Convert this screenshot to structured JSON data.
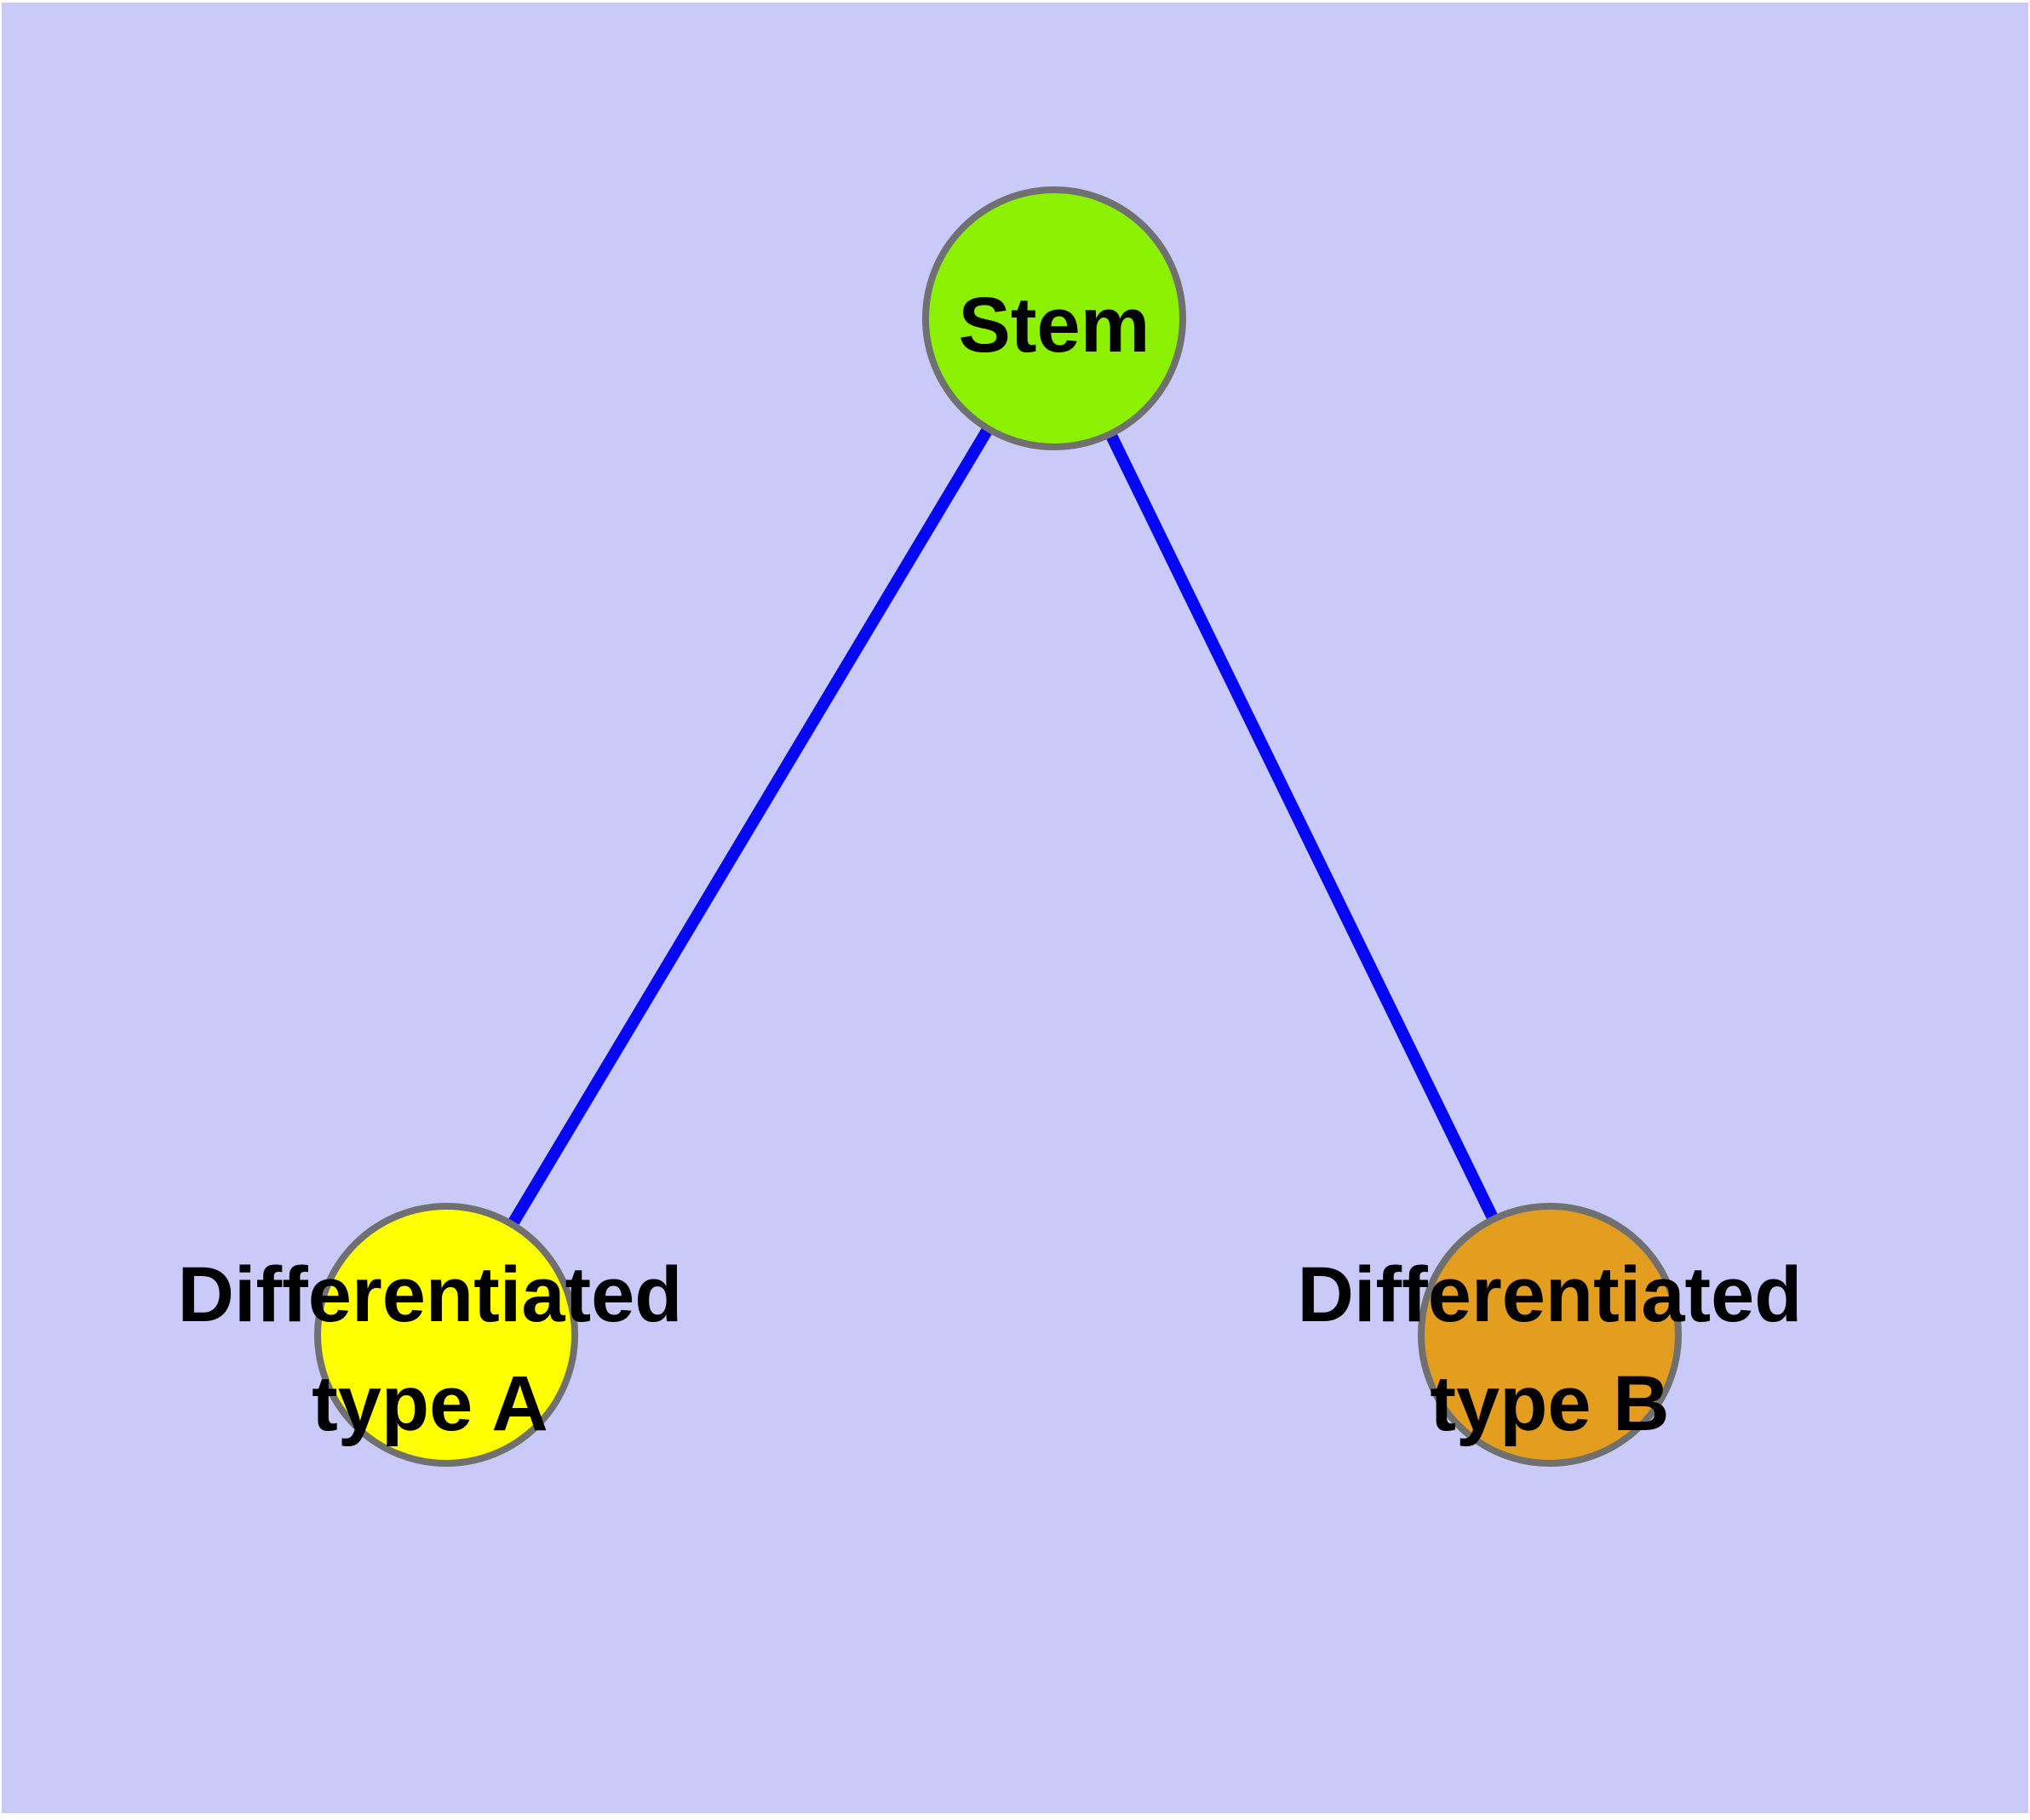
{
  "diagram": {
    "type": "graph",
    "title": "Stem cell differentiation graph",
    "page_color": "#FFFFFF",
    "background_color": "#C9CAF7",
    "text_color": "#000000",
    "node_border_color": "#707070",
    "edge_color": "#0506F2",
    "nodes": [
      {
        "id": "stem",
        "label": "Stem",
        "fill": "#8BF100"
      },
      {
        "id": "differentiated-type-a",
        "label_line1": "Differentiated",
        "label_line2": "type A",
        "fill": "#FFFF00"
      },
      {
        "id": "differentiated-type-b",
        "label_line1": "Differentiated",
        "label_line2": "type B",
        "fill": "#E39D1F"
      }
    ],
    "edges": [
      {
        "from": "Stem",
        "to": "Differentiated type A"
      },
      {
        "from": "Stem",
        "to": "Differentiated type B"
      }
    ]
  }
}
